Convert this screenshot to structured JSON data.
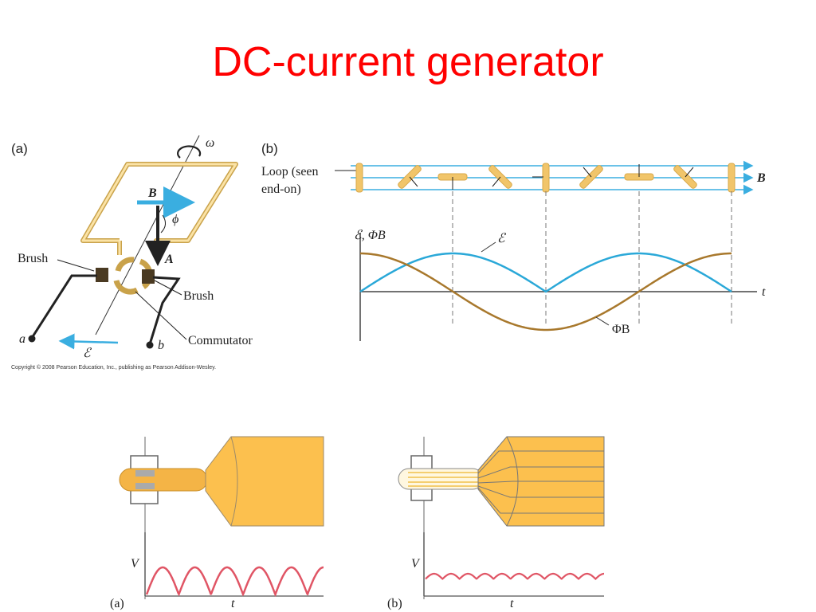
{
  "slide": {
    "title": "DC-current generator"
  },
  "figure_a": {
    "panel_label": "(a)",
    "omega": "ω",
    "b_vector": "B",
    "phi": "ϕ",
    "a_vector": "A",
    "brush_left": "Brush",
    "brush_right": "Brush",
    "commutator": "Commutator",
    "terminal_a": "a",
    "terminal_b": "b",
    "emf": "ℰ",
    "copyright": "Copyright © 2008 Pearson Education, Inc., publishing as Pearson Addison-Wesley."
  },
  "figure_b": {
    "panel_label": "(b)",
    "loop_label_1": "Loop (seen",
    "loop_label_2": "end-on)",
    "b_field": "B",
    "axis_label": "ℰ, ΦB",
    "emf_curve_label": "ℰ",
    "flux_curve_label": "ΦB",
    "time_axis": "t"
  },
  "bottom_left": {
    "panel_label": "(a)",
    "v_axis": "V",
    "t_axis": "t"
  },
  "bottom_right": {
    "panel_label": "(b)",
    "v_axis": "V",
    "t_axis": "t"
  },
  "colors": {
    "title": "#ff0000",
    "field_lines": "#3aaee0",
    "emf_curve": "#2aa8d8",
    "flux_curve": "#a8782c",
    "coil": "#f6c65b",
    "wave": "#e05565"
  },
  "chart_data": [
    {
      "type": "line",
      "axis_label": "ℰ, ΦB",
      "x_label": "t",
      "x": [
        0,
        0.25,
        0.5,
        0.75,
        1.0
      ],
      "series": [
        {
          "name": "ℰ",
          "values": [
            0,
            1,
            0,
            1,
            0
          ]
        },
        {
          "name": "ΦB",
          "values": [
            1,
            0,
            -1,
            0,
            1
          ]
        }
      ]
    }
  ]
}
